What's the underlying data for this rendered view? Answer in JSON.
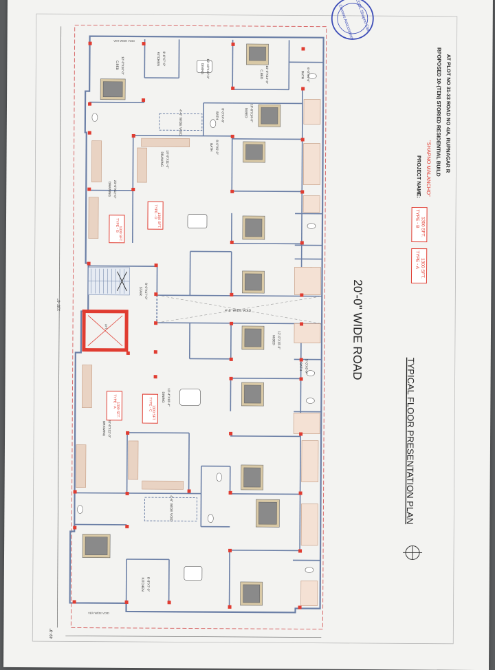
{
  "sheet": {
    "title": "TYPICAL FLOOR PRESENTATION PLAN",
    "road": "20'-0\" WIDE ROAD",
    "stamp_lines": [
      "CDDL Shapno Flat",
      "Owners Association"
    ],
    "dimensions": {
      "overall_length": "115'-6\"",
      "overall_width": "49'-9\""
    }
  },
  "project": {
    "heading": "PROJECT NAME:",
    "name": "\"SHAPNO MALANCHO\"",
    "line1": "RPOPOSED 10-(TEN) STORIED RESIDENTIAL BUILD",
    "line2": "AT PLOT NO 31-33 ROAD NO 4/A, RUPNAGAR R"
  },
  "legend": [
    {
      "type": "TYPE - A",
      "area": "1300 SFT."
    },
    {
      "type": "TYPE - B",
      "area": "1300 SFT."
    }
  ],
  "types": {
    "a": {
      "name": "TYPE - A",
      "area": "1300 SFT."
    },
    "b": {
      "name": "TYPE - B",
      "area": "1300 SFT."
    },
    "c": {
      "name": "TYPE - C",
      "area": "1300 SFT."
    },
    "d": {
      "name": "TYPE - D",
      "area": "1300 SFT."
    }
  },
  "voids": {
    "top": "4'-6\" WIDE VOID",
    "mid": "4'-6\" WIDE VOID",
    "bottom": "4'-6\" WIDE VOID",
    "verandah": "VER WIDE VOID",
    "verandah2": "VER WIDE VOID"
  },
  "rooms": {
    "kitchen1": {
      "name": "KITCHEN",
      "size": "8'-6\"X7'-0\""
    },
    "dining1": {
      "name": "DINING",
      "size": "13'-10\"X10'-0\""
    },
    "cbed1": {
      "name": "C.BED",
      "size": "10'-0\"X14'-0\""
    },
    "cbed2": {
      "name": "C.BED",
      "size": "12'-0\"X10'-0\""
    },
    "bath1": {
      "name": "BATH",
      "size": "6'-0\"X4'-6\""
    },
    "mbed1": {
      "name": "M.BED",
      "size": "10'-6\"X14'-0\""
    },
    "bath2": {
      "name": "BATH",
      "size": "8'-0\"X4'-6\""
    },
    "drawing1": {
      "name": "DRAWING",
      "size": "20'-6\"X12'-0\""
    },
    "bath3": {
      "name": "BATH",
      "size": "8'-0\"X6'-0\""
    },
    "drawing2": {
      "name": "DRAWING",
      "size": "10'-9\"X11'-0\""
    },
    "stair": {
      "name": "STAIR",
      "size": "8'-0\"X17'-0\""
    },
    "drawing3": {
      "name": "DRAWING",
      "size": "20'-6\"X12'-0\""
    },
    "kitchen2": {
      "name": "KITCHEN",
      "size": "6'-8\"X7'-0\""
    },
    "dining2": {
      "name": "DINING",
      "size": "13'-4\"X10'-0\""
    },
    "mbed2": {
      "name": "M.BED",
      "size": "12'-0\"X10'-0\""
    },
    "bath4": {
      "name": "BATH",
      "size": "5'-0\"X6'-0\""
    },
    "lift": {
      "name": "LIFT",
      "size": "6'-0\"X6'-0\""
    }
  }
}
